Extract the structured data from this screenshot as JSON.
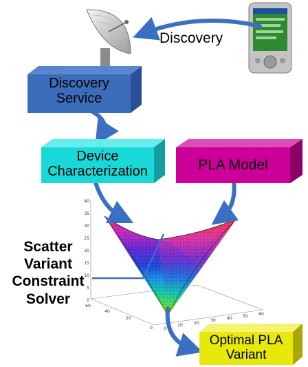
{
  "discovery_label": "Discovery",
  "boxes": {
    "discovery_service": "Discovery Service",
    "device_characterization": "Device Characterization",
    "pla_model": "PLA Model",
    "optimal_variant": "Optimal PLA Variant"
  },
  "solver_label": [
    "Scatter",
    "Variant",
    "Constraint",
    "Solver"
  ],
  "surface_plot": {
    "z_ticks": [
      "40",
      "35",
      "30",
      "25",
      "20",
      "15",
      "10",
      "5",
      "0"
    ],
    "x_ticks": [
      "0",
      "10",
      "20",
      "30",
      "40",
      "50",
      "60"
    ],
    "y_ticks": [
      "0",
      "20",
      "40",
      "60"
    ]
  },
  "colors": {
    "discovery_service": "#3b6dbb",
    "device_characterization": "#19d8d8",
    "pla_model": "#cc0099",
    "optimal_variant": "#e8e80a",
    "arrow": "#3a6fc4"
  },
  "icons": [
    "satellite-dish-icon",
    "pda-device-icon"
  ]
}
